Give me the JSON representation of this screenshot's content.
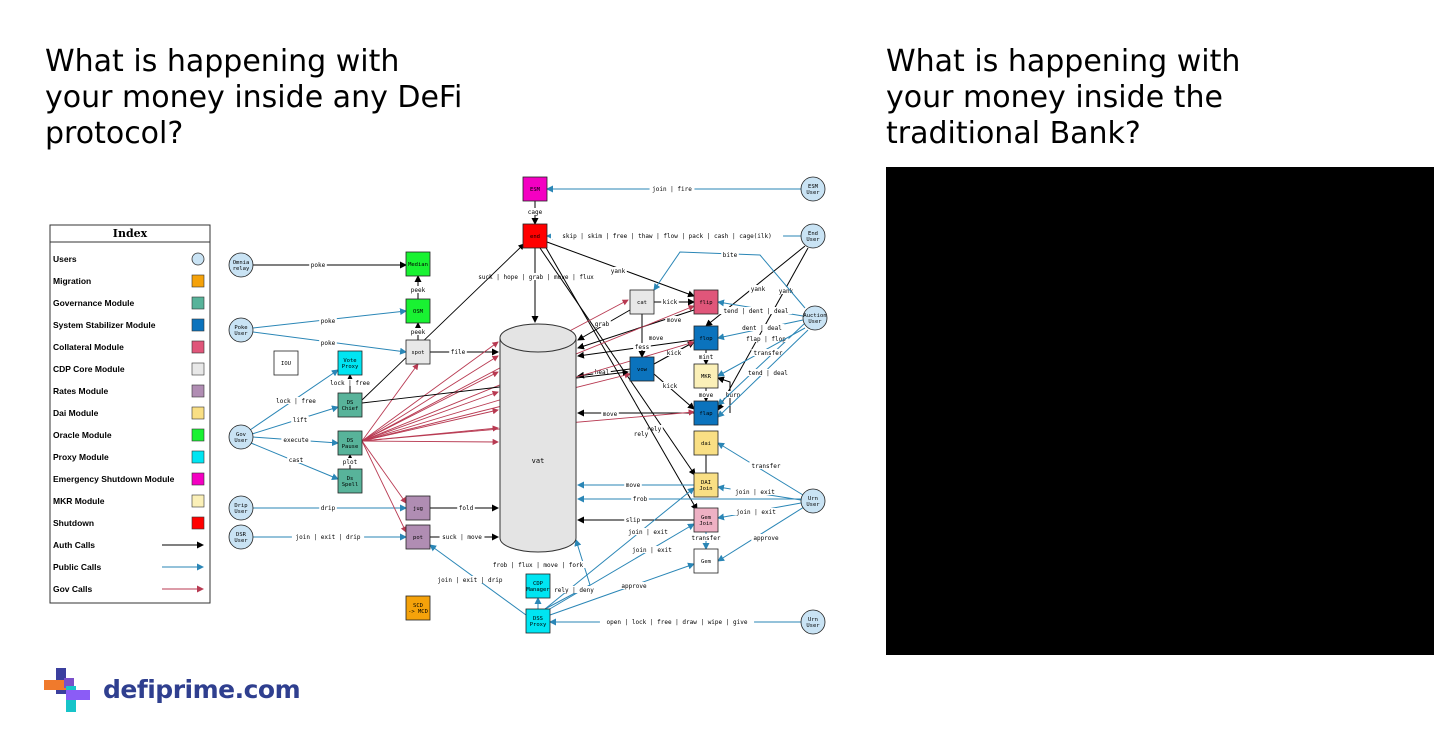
{
  "left_heading": "What is happening with your money inside any DeFi protocol?",
  "right_heading": "What is happening with your money inside the traditional Bank?",
  "logo_text": "defiprime.com",
  "index": {
    "title": "Index",
    "items": [
      {
        "label": "Users",
        "key": "users"
      },
      {
        "label": "Migration",
        "key": "migration"
      },
      {
        "label": "Governance Module",
        "key": "governance"
      },
      {
        "label": "System Stabilizer Module",
        "key": "stabilizer"
      },
      {
        "label": "Collateral Module",
        "key": "collateral"
      },
      {
        "label": "CDP Core Module",
        "key": "cdpcore"
      },
      {
        "label": "Rates Module",
        "key": "rates"
      },
      {
        "label": "Dai Module",
        "key": "dai"
      },
      {
        "label": "Oracle Module",
        "key": "oracle"
      },
      {
        "label": "Proxy Module",
        "key": "proxy"
      },
      {
        "label": "Emergency Shutdown Module",
        "key": "esm"
      },
      {
        "label": "MKR Module",
        "key": "mkr"
      },
      {
        "label": "Shutdown",
        "key": "shutdown"
      },
      {
        "label": "Auth Calls",
        "key": "auth"
      },
      {
        "label": "Public Calls",
        "key": "public"
      },
      {
        "label": "Gov Calls",
        "key": "gov"
      }
    ]
  },
  "colors": {
    "users": "#c9e3f4",
    "migration": "#f5a20a",
    "governance": "#58b39a",
    "stabilizer": "#0b73bd",
    "collateral": "#e0567a",
    "cdpcore": "#e8e8e8",
    "rates": "#b08db3",
    "dai": "#f9df84",
    "oracle": "#19f232",
    "proxy": "#00e5f2",
    "esm": "#f400c2",
    "mkr": "#fbf0b8",
    "shutdown": "#ff0000",
    "auth": "#000000",
    "public": "#2a86b6",
    "gov": "#b83a52",
    "vat": "#e4e4e4"
  },
  "nodes": {
    "omnia_relay": "Omnia relay",
    "poke_user": "Poke User",
    "gov_user": "Gov User",
    "drip_user": "Drip User",
    "dsr_user": "DSR User",
    "esm_user": "ESM User",
    "end_user": "End User",
    "auction_user": "Auction User",
    "urn_user_1": "Urn User",
    "urn_user_2": "Urn User",
    "median": "Median",
    "osm": "OSM",
    "spot": "spot",
    "iou": "IOU",
    "vote_proxy": "Vote Proxy",
    "ds_chief": "DS Chief",
    "ds_pause": "DS Pause",
    "ds_spell": "Ds Spell",
    "jug": "jug",
    "pot": "pot",
    "scd_mcd": "SCD -> MCD",
    "esm": "ESM",
    "end": "end",
    "vat": "vat",
    "cat": "cat",
    "flip": "flip",
    "flop": "flop",
    "vow": "vow",
    "mkr": "MKR",
    "flap": "flap",
    "dai": "dai",
    "dai_join": "DAI Join",
    "gem_join": "Gem Join",
    "gem": "Gem",
    "cdp_manager": "CDP Manager",
    "dss_proxy": "DSS Proxy"
  },
  "edges": {
    "poke_median": "poke",
    "peek_osm_median": "peek",
    "peek_spot_osm": "peek",
    "poke_user_osm": "poke",
    "poke_user_spot": "poke",
    "spot_vat": "file",
    "lock_free": "lock | free",
    "gov_lock_free": "lock | free",
    "lift": "lift",
    "execute": "execute",
    "cast": "cast",
    "plot": "plot",
    "drip": "drip",
    "fold": "fold",
    "dsr_pot": "join | exit | drip",
    "pot_vat": "suck | move",
    "esm_user_esm": "join | fire",
    "cage": "cage",
    "end_user_end": "skip | skim | free | thaw | flow | pack | cash  | cage(ilk)",
    "end_vat": "suck | hope | grab | move | flux",
    "yank_end": "yank",
    "yank_a": "yank",
    "yank_b": "yank",
    "bite": "bite",
    "kick_cat_flip": "kick",
    "grab": "grab",
    "move_flip": "move",
    "move_flop": "move",
    "fess": "fess",
    "kick_flop": "kick",
    "mint": "mint",
    "heal": "heal",
    "kick_flap": "kick",
    "move_mkr_flap": "move",
    "burn": "burn",
    "move_flap": "move",
    "tend_dent_deal": "tend | dent | deal",
    "dent_deal": "dent | deal",
    "flap_flop": "flap | flop",
    "transfer_mkr": "transfer",
    "tend_deal": "tend | deal",
    "rely_1": "rely",
    "rely_2": "rely",
    "burn_mint_burn": "burn",
    "burn_mint_mint": "mint",
    "transfer_dai": "transfer",
    "move_daijoin": "move",
    "frob": "frob",
    "join_exit_daijoin": "join  | exit",
    "slip": "slip",
    "join_exit_gemjoin": "join  | exit",
    "join_exit_proxy_1": "join  | exit",
    "join_exit_proxy_2": "join  | exit",
    "transfer_gem": "transfer",
    "approve_urn": "approve",
    "approve_proxy": "approve",
    "frob_flux": "frob  |  flux  | move | fork",
    "rely_deny": "rely | deny",
    "pot_proxy": "join | exit | drip",
    "urn_proxy": "open | lock | free | draw | wipe | give"
  }
}
